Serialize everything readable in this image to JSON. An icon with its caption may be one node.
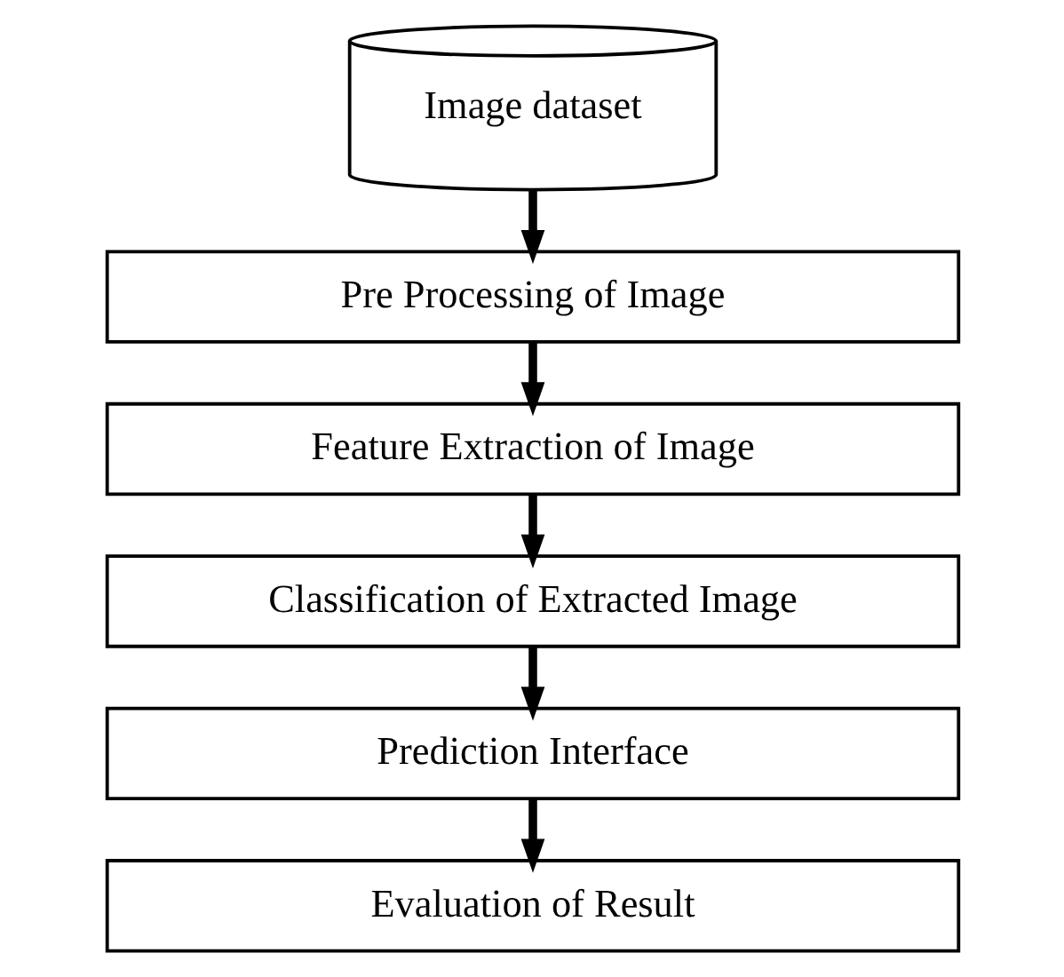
{
  "diagram": {
    "nodes": [
      {
        "text": [
          "Image dataset"
        ]
      },
      {
        "text": [
          "Pre Processing of Image"
        ]
      },
      {
        "text": [
          "Feature Extraction of Image"
        ]
      },
      {
        "text": [
          "Classification of Extracted Image"
        ]
      },
      {
        "text": [
          "Prediction Interface"
        ]
      },
      {
        "text": [
          "Evaluation of Result"
        ]
      }
    ],
    "edges": [
      {
        "from": 0,
        "to": 1,
        "arrow": "to"
      },
      {
        "from": 1,
        "to": 2,
        "arrow": "to"
      },
      {
        "from": 2,
        "to": 3,
        "arrow": "to"
      },
      {
        "from": 3,
        "to": 4,
        "arrow": "to"
      },
      {
        "from": 4,
        "to": 5,
        "arrow": "to"
      }
    ]
  }
}
